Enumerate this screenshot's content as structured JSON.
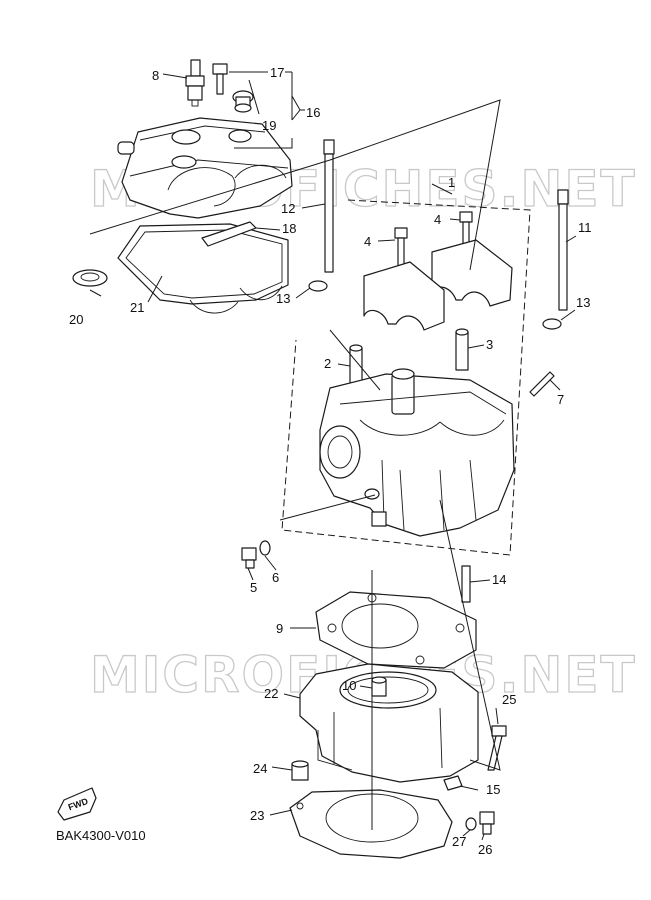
{
  "diagram": {
    "code": "BAK4300-V010",
    "fwd_label": "FWD",
    "watermarks": [
      "MICROFICHES.NET",
      "MICROFICHES.NET"
    ],
    "callouts": [
      "1",
      "2",
      "3",
      "4",
      "4",
      "5",
      "6",
      "7",
      "8",
      "9",
      "10",
      "11",
      "12",
      "13",
      "13",
      "14",
      "15",
      "16",
      "17",
      "18",
      "19",
      "20",
      "21",
      "22",
      "23",
      "24",
      "25",
      "26",
      "27"
    ]
  }
}
